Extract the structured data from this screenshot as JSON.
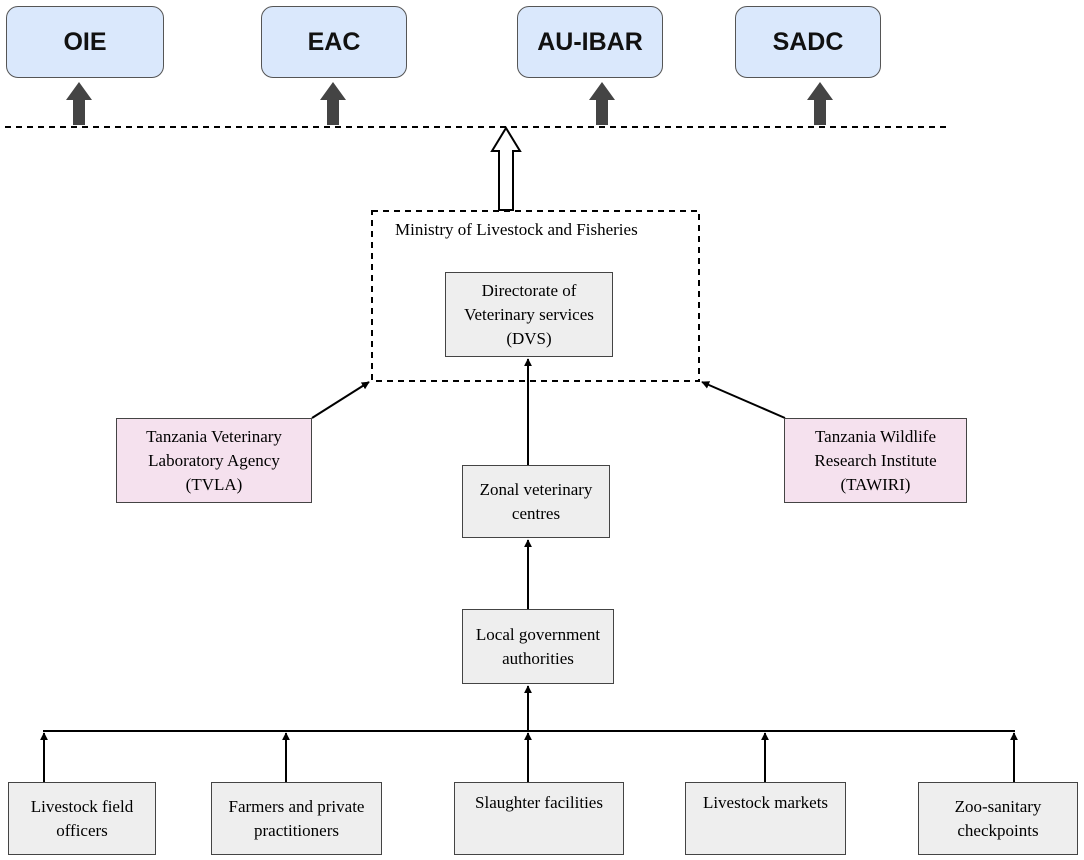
{
  "colors": {
    "org_fill": "#dae8fc",
    "box_fill": "#eeeeee",
    "agency_fill": "#f5e1ee",
    "arrow_dark": "#444444"
  },
  "regional_bodies": [
    {
      "id": "oie",
      "label": "OIE"
    },
    {
      "id": "eac",
      "label": "EAC"
    },
    {
      "id": "au-ibar",
      "label": "AU-IBAR"
    },
    {
      "id": "sadc",
      "label": "SADC"
    }
  ],
  "ministry": {
    "label": "Ministry of Livestock and Fisheries"
  },
  "dvs": {
    "label": "Directorate of\nVeterinary services\n(DVS)"
  },
  "agencies": {
    "tvla": {
      "label": "Tanzania Veterinary\nLaboratory Agency\n(TVLA)"
    },
    "tawiri": {
      "label": "Tanzania Wildlife\nResearch Institute\n(TAWIRI)"
    }
  },
  "zonal": {
    "label": "Zonal veterinary\ncentres"
  },
  "lga": {
    "label": "Local government\nauthorities"
  },
  "sources": [
    {
      "id": "field-officers",
      "label": "Livestock field\nofficers"
    },
    {
      "id": "farmers",
      "label": "Farmers and private\npractitioners"
    },
    {
      "id": "slaughter",
      "label": "Slaughter facilities"
    },
    {
      "id": "markets",
      "label": "Livestock markets"
    },
    {
      "id": "checkpoints",
      "label": "Zoo-sanitary\ncheckpoints"
    }
  ]
}
